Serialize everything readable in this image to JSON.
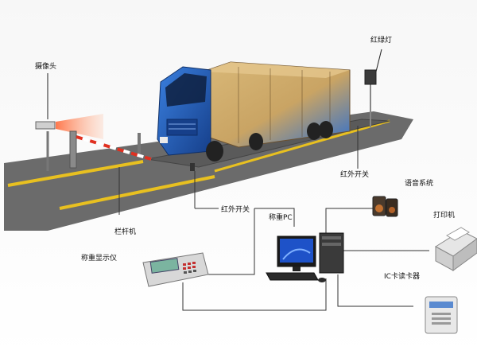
{
  "labels": {
    "camera": "摄像头",
    "traffic_light": "红绿灯",
    "ir_switch_right": "红外开关",
    "ir_switch_center": "红外开关",
    "barrier": "栏杆机",
    "voice_system": "语音系统",
    "weighing_pc": "称重PC",
    "printer": "打印机",
    "weighing_display": "称重显示仪",
    "ic_card_reader": "IC卡读卡器"
  },
  "colors": {
    "road": "#6b6b6b",
    "road_stripe": "#e8c020",
    "truck_cab": "#1f5fbf",
    "truck_cargo": "#c9a464",
    "scale_platform": "#5a5a5a",
    "wire": "#333333"
  }
}
